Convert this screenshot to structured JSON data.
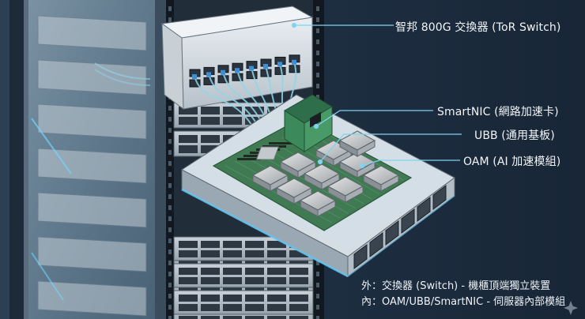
{
  "labels": {
    "switch": "智邦 800G 交換器 (ToR Switch)",
    "smartnic": "SmartNIC (網路加速卡)",
    "ubb": "UBB (通用基板)",
    "oam": "OAM (AI 加速模組)"
  },
  "notes": {
    "outer": "外：交換器 (Switch) - 機櫃頂端獨立裝置",
    "inner": "內：OAM/UBB/SmartNIC - 伺服器內部模組"
  },
  "colors": {
    "background": "#1b2b3d",
    "callout_line": "#7fd3f0",
    "pcb": "#3f7a52",
    "glow": "#5fd0ff"
  },
  "icons": {
    "watermark": "sparkle-icon"
  }
}
